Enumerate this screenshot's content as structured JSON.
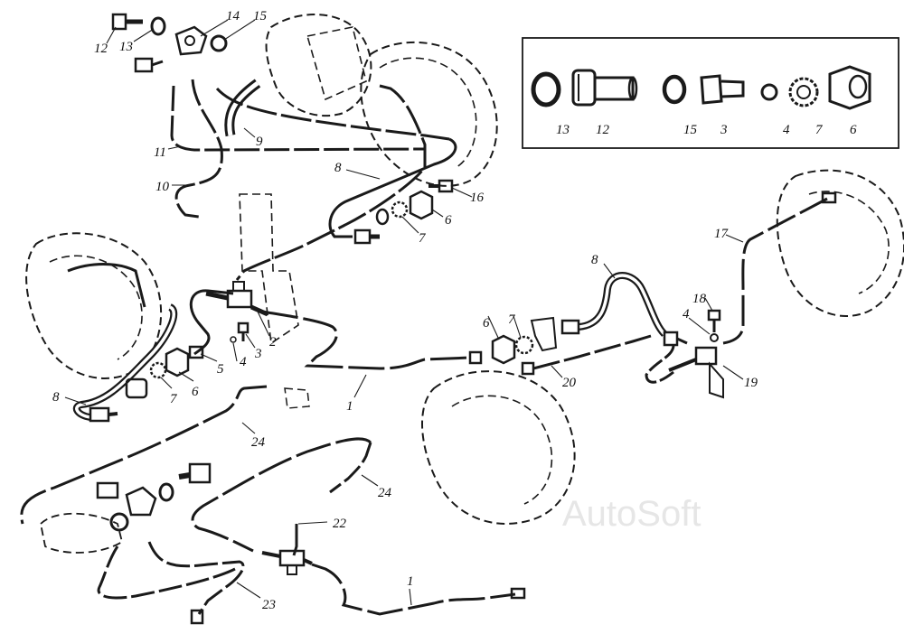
{
  "watermark": "AutoSoft",
  "callouts": {
    "c12a": "12",
    "c13a": "13",
    "c14": "14",
    "c15": "15",
    "c11": "11",
    "c10": "10",
    "c9": "9",
    "c8a": "8",
    "c16": "16",
    "c6a": "6",
    "c7a": "7",
    "c2": "2",
    "c3": "3",
    "c4a": "4",
    "c5": "5",
    "c8b": "8",
    "c7b": "7",
    "c6b": "6",
    "c1a": "1",
    "c24a": "24",
    "c24b": "24",
    "c22": "22",
    "c23": "23",
    "c1b": "1",
    "c8c": "8",
    "c6c": "6",
    "c7c": "7",
    "c20": "20",
    "c17": "17",
    "c18": "18",
    "c4b": "4",
    "c19": "19"
  },
  "inset": {
    "labels": {
      "i13": "13",
      "i12": "12",
      "i15": "15",
      "i3": "3",
      "i4": "4",
      "i7": "7",
      "i6": "6"
    }
  }
}
